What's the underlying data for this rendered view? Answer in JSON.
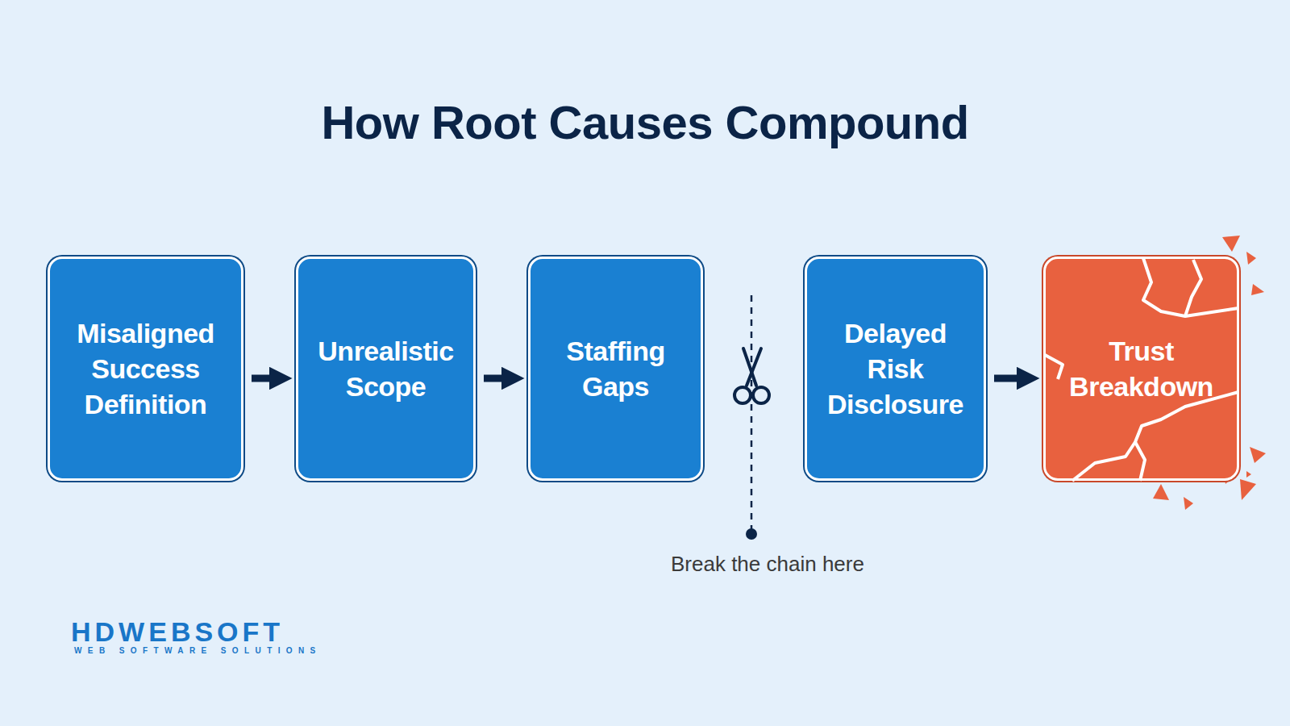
{
  "diagram": {
    "title": "How Root Causes Compound",
    "nodes": [
      {
        "text": [
          "Misaligned Success Definition"
        ]
      },
      {
        "text": [
          "Unrealistic Scope"
        ]
      },
      {
        "text": [
          "Staffing Gaps"
        ]
      },
      {
        "text": [
          "Delayed Risk Disclosure"
        ]
      },
      {
        "text": [
          "Trust Breakdown"
        ]
      }
    ],
    "edges": [
      {
        "from": 0,
        "to": 1,
        "arrow": "to"
      },
      {
        "from": 1,
        "to": 2,
        "arrow": "to"
      },
      {
        "from": 3,
        "to": 4,
        "arrow": "to"
      }
    ],
    "labels": [
      "Break the chain here",
      "HDWEBSOFT",
      "WEB SOFTWARE SOLUTIONS"
    ]
  }
}
